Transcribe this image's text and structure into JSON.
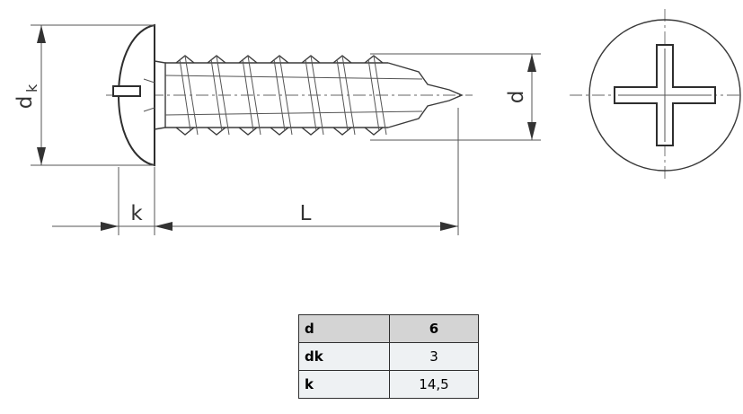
{
  "drawing": {
    "labels": {
      "dk_main": "d",
      "dk_sub": "k",
      "d": "d",
      "k": "k",
      "L": "L"
    }
  },
  "table": {
    "rows": [
      {
        "key": "d",
        "value": "6"
      },
      {
        "key": "dk",
        "value": "3"
      },
      {
        "key": "k",
        "value": "14,5"
      }
    ]
  }
}
